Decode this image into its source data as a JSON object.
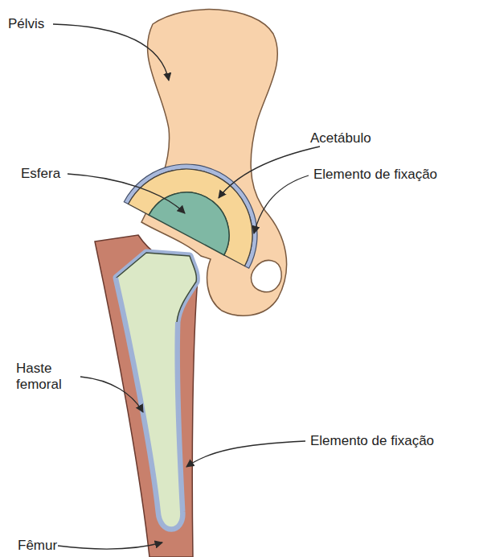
{
  "diagram": {
    "labels": [
      "Pélvis",
      "Acetábulo",
      "Esfera",
      "Elemento de fixação",
      "Haste femoral",
      "Elemento de fixação",
      "Fêmur"
    ]
  }
}
